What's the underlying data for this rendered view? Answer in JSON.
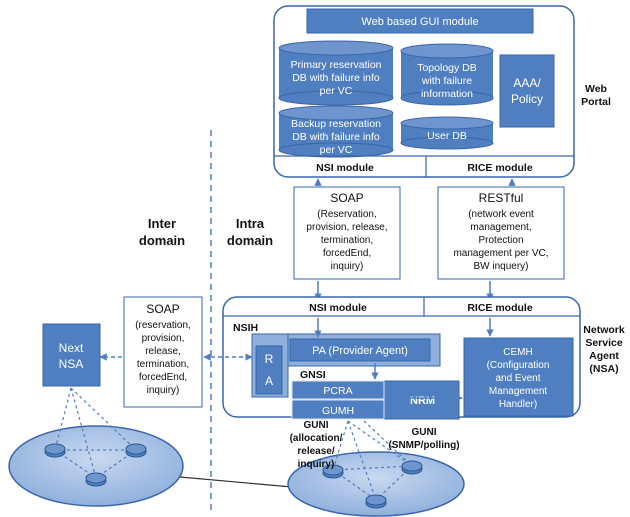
{
  "web_portal": {
    "label_lines": [
      "Web",
      "Portal"
    ],
    "gui_module": "Web based GUI module",
    "primary_db_lines": [
      "Primary reservation",
      "DB with failure info",
      "per VC"
    ],
    "backup_db_lines": [
      "Backup reservation",
      "DB with failure info",
      "per VC"
    ],
    "topology_db_lines": [
      "Topology DB",
      "with failure",
      "information"
    ],
    "user_db": "User DB",
    "aaa_lines": [
      "AAA/",
      "Policy"
    ],
    "nsi_module": "NSI module",
    "rice_module": "RICE module"
  },
  "soap_upper": {
    "title": "SOAP",
    "lines": [
      "(Reservation,",
      "provision, release,",
      "termination,",
      "forcedEnd,",
      "inquiry)"
    ]
  },
  "restful": {
    "title": "RESTful",
    "lines": [
      "(network event",
      "management,",
      "Protection",
      "management per VC,",
      "BW inquery)"
    ]
  },
  "domains": {
    "inter_lines": [
      "Inter",
      "domain"
    ],
    "intra_lines": [
      "Intra",
      "domain"
    ]
  },
  "nsa": {
    "label_lines": [
      "Network",
      "Service",
      "Agent",
      "(NSA)"
    ],
    "nsi_module": "NSI module",
    "rice_module": "RICE module",
    "nsih": "NSIH",
    "ra_letters": [
      "R",
      "A"
    ],
    "pa": "PA (Provider Agent)",
    "gnsi": "GNSI",
    "pcra": "PCRA",
    "gumh": "GUMH",
    "nrm": "NRM",
    "cemh_lines": [
      "CEMH",
      "(Configuration",
      "and Event",
      "Management",
      "Handler)"
    ]
  },
  "soap_lower": {
    "title": "SOAP",
    "lines": [
      "(reservation,",
      "provision,",
      "release,",
      "termination,",
      "forcedEnd,",
      "inquiry)"
    ]
  },
  "next_nsa_lines": [
    "Next",
    "NSA"
  ],
  "guni_left_lines": [
    "GUNI",
    "(allocation/",
    "release/",
    "inquiry)"
  ],
  "guni_right_lines": [
    "GUNI",
    "(SNMP/polling)"
  ],
  "colors": {
    "fill_blue": "#4f7fc0",
    "fill_light": "#8fb0dd",
    "outline": "#3a66a8"
  }
}
